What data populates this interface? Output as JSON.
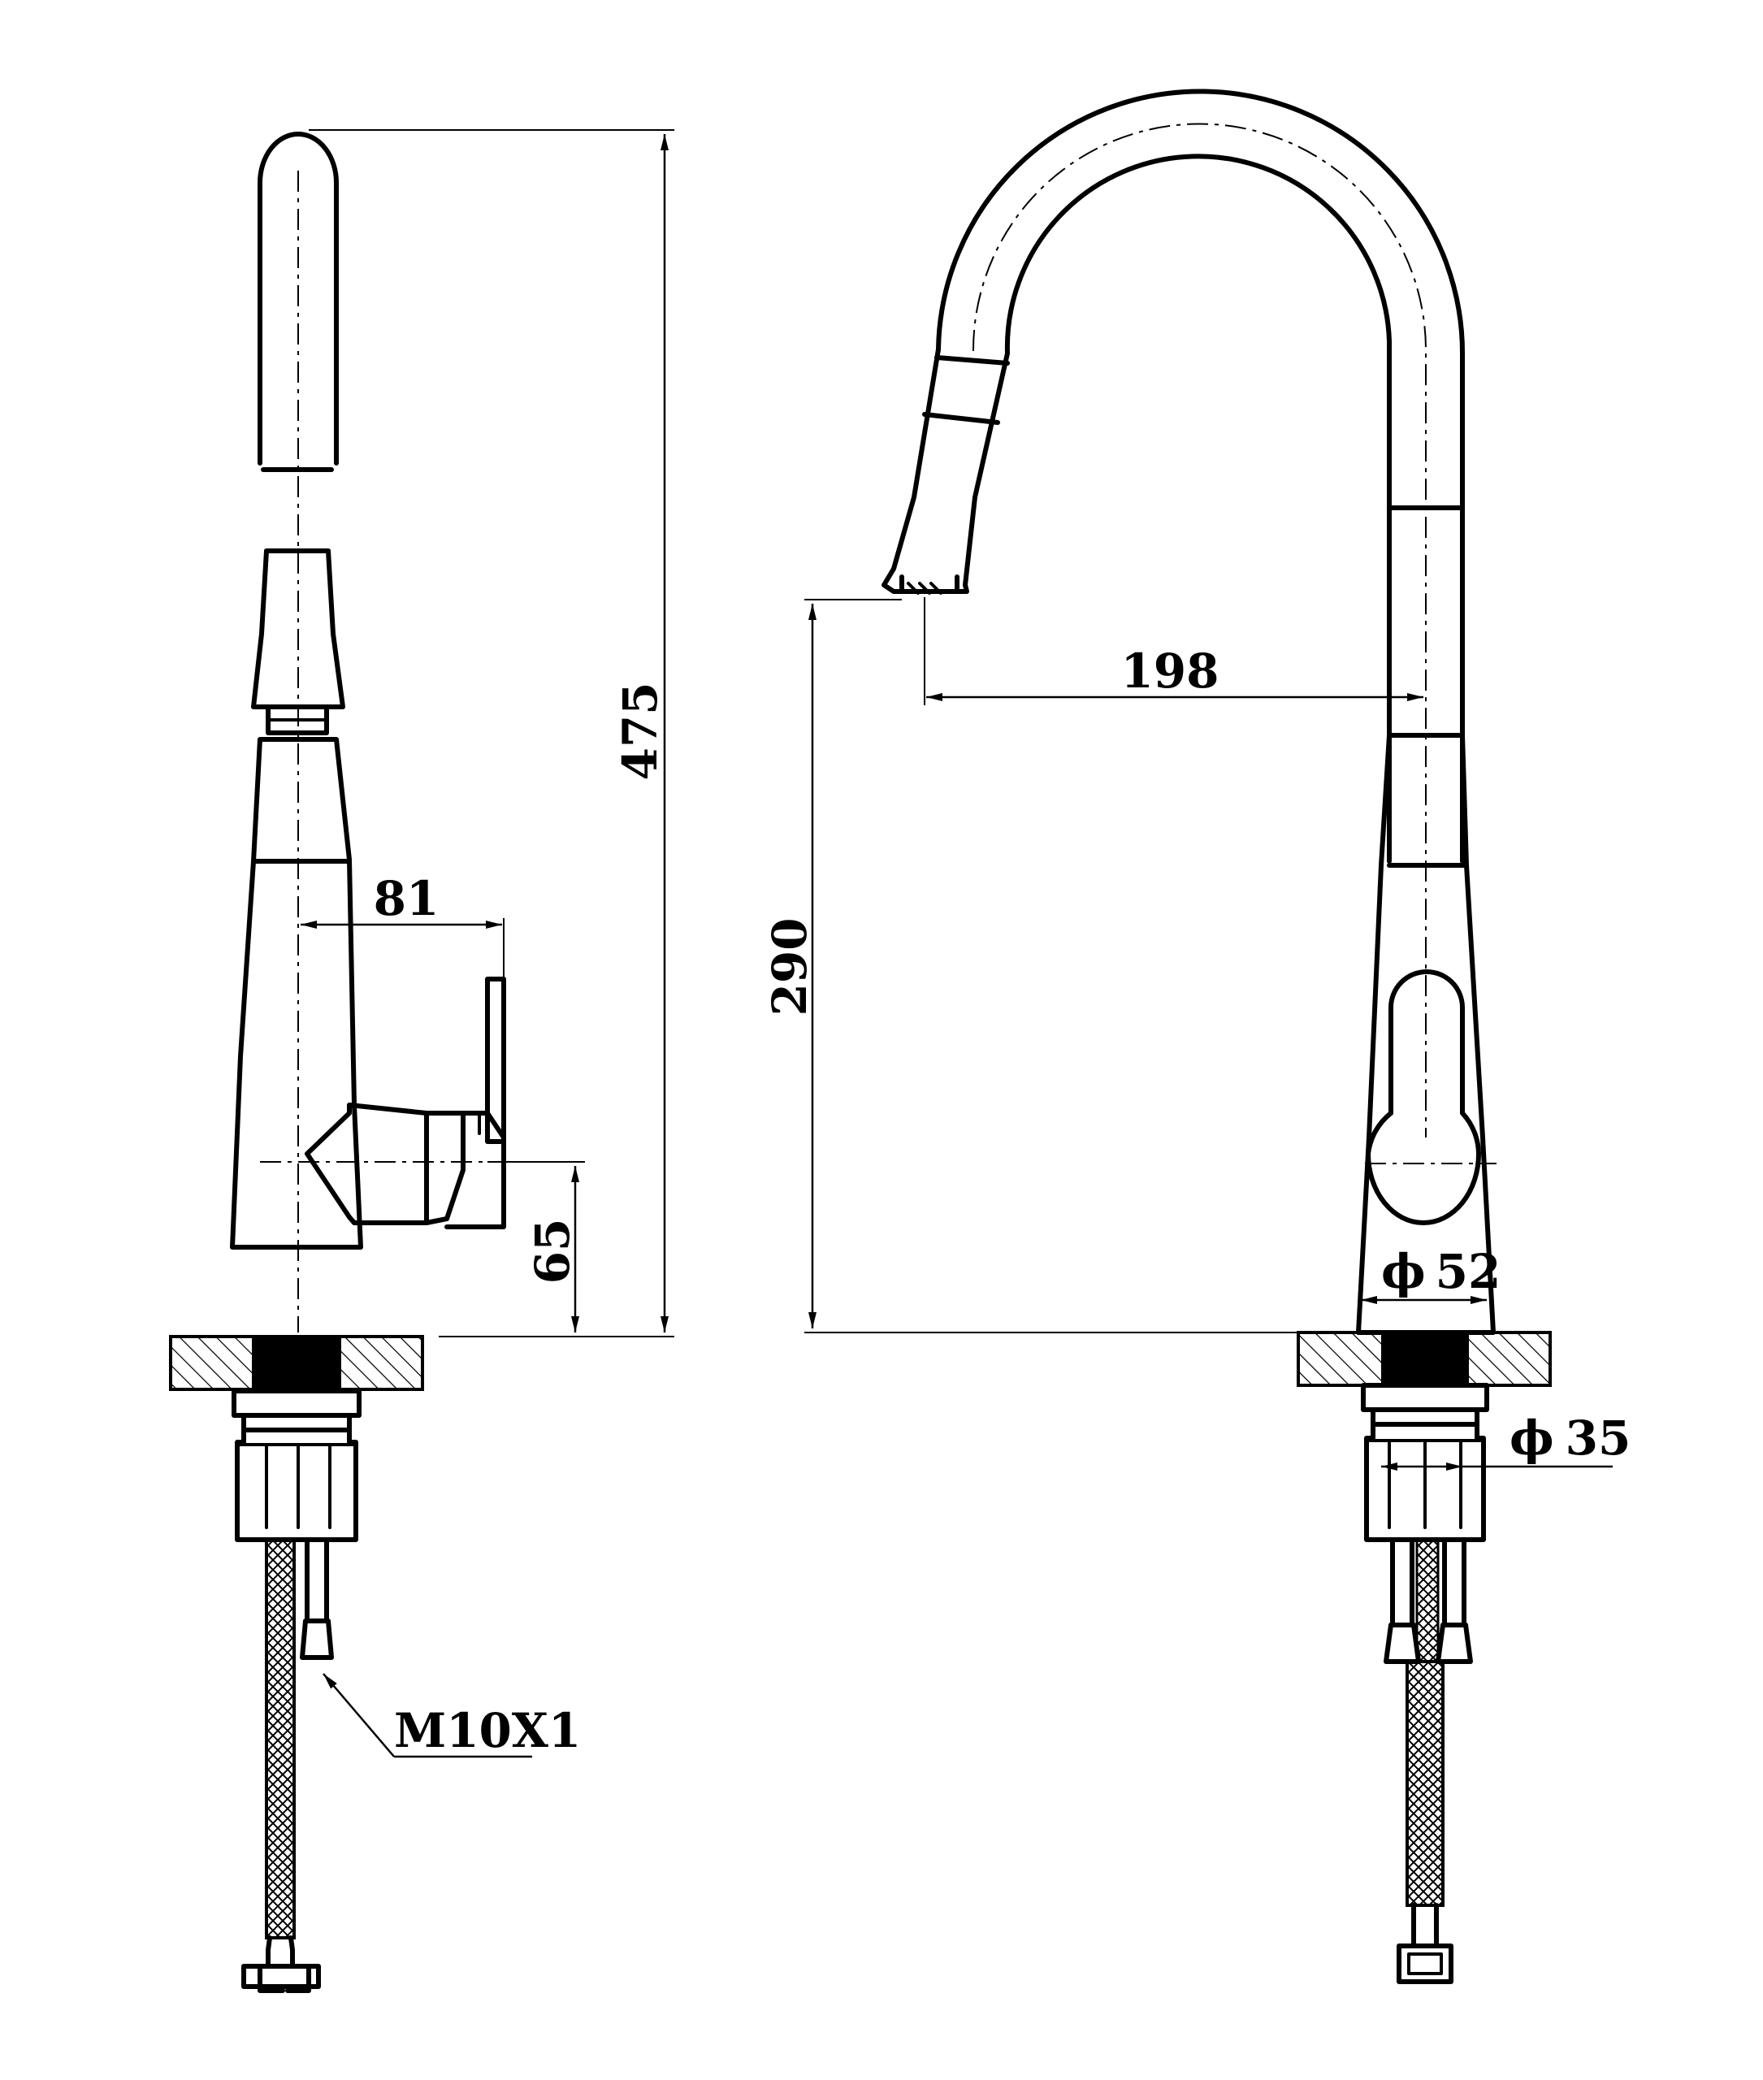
{
  "drawing": {
    "side_view": {
      "dim_total_height": "475",
      "dim_handle_reach": "81",
      "dim_handle_height": "65",
      "thread_label": "M10X1"
    },
    "front_view": {
      "dim_spout_reach": "198",
      "dim_spout_height": "290",
      "dim_body_diameter_symbol": "ϕ",
      "dim_body_diameter_value": "52",
      "dim_shank_diameter_symbol": "ϕ",
      "dim_shank_diameter_value": "35"
    }
  }
}
